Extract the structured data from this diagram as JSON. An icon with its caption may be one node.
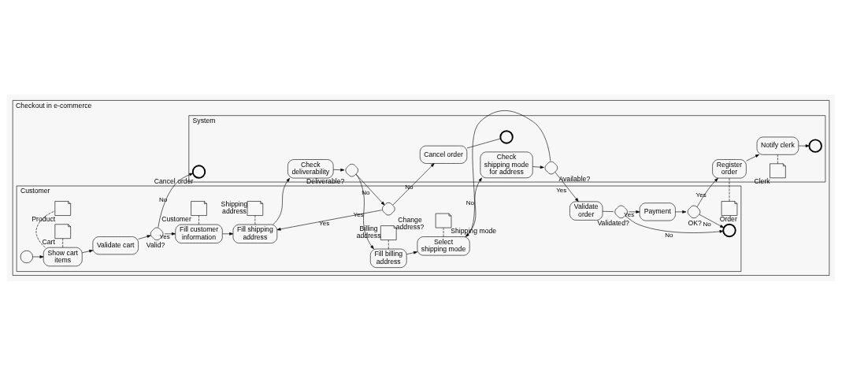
{
  "diagram": {
    "nodes": [
      {
        "text": [
          "Checkout in e-commerce"
        ]
      },
      {
        "text": [
          "Customer"
        ],
        "in": 0
      },
      {
        "text": [
          "System"
        ],
        "in": 0
      },
      {
        "text": [],
        "shape": "circle",
        "in": 1
      },
      {
        "text": [
          "Show cart items"
        ],
        "in": 1
      },
      {
        "text": [
          "Validate cart"
        ],
        "in": 1
      },
      {
        "text": [],
        "shape": "diamond",
        "beside": [
          "Valid?"
        ],
        "in": 1
      },
      {
        "text": [
          "Fill customer information"
        ],
        "in": 1
      },
      {
        "text": [],
        "shape": "document",
        "beside": [
          "Product"
        ],
        "in": 1
      },
      {
        "text": [],
        "shape": "document",
        "beside": [
          "Cart"
        ],
        "in": 1
      },
      {
        "text": [],
        "shape": "document",
        "beside": [
          "Customer"
        ],
        "in": 1
      },
      {
        "text": [
          "Fill shipping address"
        ],
        "in": 1
      },
      {
        "text": [],
        "shape": "document",
        "beside": [
          "Shipping address"
        ],
        "in": 1
      },
      {
        "text": [],
        "shape": "diamond",
        "beside": [
          "Change address?"
        ],
        "in": 1
      },
      {
        "text": [
          "Fill billing address"
        ],
        "in": 1
      },
      {
        "text": [],
        "shape": "document",
        "beside": [
          "Billing address"
        ],
        "in": 1
      },
      {
        "text": [
          "Select shipping mode"
        ],
        "in": 1
      },
      {
        "text": [],
        "shape": "document",
        "beside": [
          "Shipping mode"
        ],
        "in": 1
      },
      {
        "text": [],
        "shape": "document",
        "beside": [
          "Order"
        ],
        "in": 1
      },
      {
        "text": [],
        "shape": "diamond",
        "beside": [
          "Validated?"
        ],
        "in": 1
      },
      {
        "text": [
          "Validate order"
        ],
        "in": 1
      },
      {
        "text": [
          "Payment"
        ],
        "in": 1
      },
      {
        "text": [],
        "shape": "circle",
        "in": 1
      },
      {
        "text": [],
        "shape": "diamond",
        "beside": [
          "OK?"
        ],
        "in": 1
      },
      {
        "text": [],
        "shape": "circle",
        "beside": [
          "Cancel order"
        ],
        "in": 2
      },
      {
        "text": [
          "Check deliverability"
        ],
        "in": 2
      },
      {
        "text": [],
        "shape": "diamond",
        "beside": [
          "Deliverable?"
        ],
        "in": 2
      },
      {
        "text": [
          "Cancel order"
        ],
        "in": 2
      },
      {
        "text": [],
        "shape": "circle",
        "in": 2
      },
      {
        "text": [
          "Check shipping mode for address"
        ],
        "in": 2
      },
      {
        "text": [],
        "shape": "diamond",
        "beside": [
          "Available?"
        ],
        "in": 2
      },
      {
        "text": [
          "Register order"
        ],
        "in": 2
      },
      {
        "text": [
          "Notify clerk"
        ],
        "in": 2
      },
      {
        "text": [],
        "shape": "document",
        "beside": [
          "Clerk"
        ],
        "in": 2
      },
      {
        "text": [],
        "shape": "circle",
        "in": 2
      }
    ],
    "edges": [
      {
        "from": 3,
        "to": 4,
        "arrow": "to"
      },
      {
        "from": 4,
        "to": 5,
        "arrow": "to"
      },
      {
        "from": 5,
        "to": 6,
        "arrow": "to"
      },
      {
        "from": 4,
        "to": 8,
        "arrow": "none",
        "style": "dashed"
      },
      {
        "from": 4,
        "to": 9,
        "arrow": "none",
        "style": "dashed"
      },
      {
        "from": 6,
        "to": 7,
        "arrow": "to",
        "label": "Yes"
      },
      {
        "from": 6,
        "to": 24,
        "arrow": "to",
        "label": "No"
      },
      {
        "from": 7,
        "to": 11,
        "arrow": "to"
      },
      {
        "from": 7,
        "to": 10,
        "arrow": "none",
        "style": "dashed"
      },
      {
        "from": 11,
        "to": 12,
        "arrow": "none",
        "style": "dashed"
      },
      {
        "from": 11,
        "to": 25,
        "arrow": "to"
      },
      {
        "from": 25,
        "to": 26,
        "arrow": "to"
      },
      {
        "from": 26,
        "to": 13,
        "arrow": "to",
        "label": "No"
      },
      {
        "from": 26,
        "to": 14,
        "arrow": "to",
        "label": "Yes"
      },
      {
        "from": 13,
        "to": 11,
        "arrow": "to",
        "label": "Yes"
      },
      {
        "from": 13,
        "to": 27,
        "arrow": "to",
        "label": "No"
      },
      {
        "from": 27,
        "to": 28,
        "arrow": "none"
      },
      {
        "from": 14,
        "to": 15,
        "arrow": "none",
        "style": "dashed"
      },
      {
        "from": 14,
        "to": 16,
        "arrow": "to"
      },
      {
        "from": 16,
        "to": 17,
        "arrow": "none",
        "style": "dashed"
      },
      {
        "from": 16,
        "to": 29,
        "arrow": "to"
      },
      {
        "from": 29,
        "to": 30,
        "arrow": "to"
      },
      {
        "from": 30,
        "to": 16,
        "arrow": "to",
        "label": "No"
      },
      {
        "from": 30,
        "to": 20,
        "arrow": "to",
        "label": "Yes"
      },
      {
        "from": 20,
        "to": 19,
        "arrow": "none"
      },
      {
        "from": 19,
        "to": 21,
        "arrow": "to",
        "label": "Yes"
      },
      {
        "from": 19,
        "to": 22,
        "arrow": "to",
        "label": "No"
      },
      {
        "from": 21,
        "to": 23,
        "arrow": "to"
      },
      {
        "from": 23,
        "to": 22,
        "arrow": "to",
        "label": "No"
      },
      {
        "from": 23,
        "to": 31,
        "arrow": "to",
        "label": "Yes"
      },
      {
        "from": 18,
        "to": 31,
        "arrow": "none",
        "style": "dashed"
      },
      {
        "from": 31,
        "to": 32,
        "arrow": "to"
      },
      {
        "from": 33,
        "to": 32,
        "arrow": "none",
        "style": "dashed"
      },
      {
        "from": 32,
        "to": 34,
        "arrow": "to"
      }
    ]
  }
}
